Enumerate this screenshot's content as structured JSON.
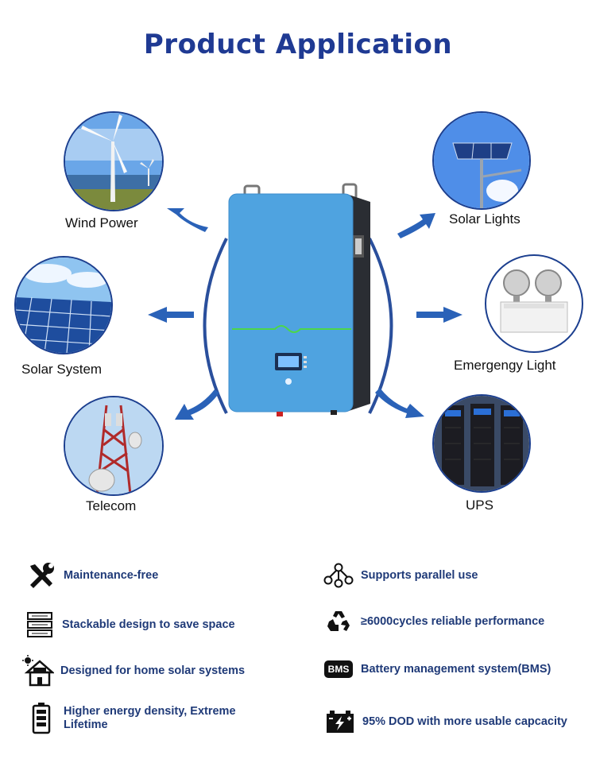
{
  "title": "Product Application",
  "applications": {
    "wind_power": "Wind Power",
    "solar_system": "Solar System",
    "telecom": "Telecom",
    "solar_lights": "Solar Lights",
    "emergency_light": "Emergengy Light",
    "ups": "UPS"
  },
  "features": {
    "maintenance": "Maintenance-free",
    "stackable": "Stackable design to save space",
    "home_solar": "Designed for home solar systems",
    "energy_density": "Higher energy density, Extreme Lifetime",
    "parallel": "Supports parallel use",
    "cycles": "≥6000cycles reliable performance",
    "bms_label": "BMS",
    "bms": "Battery management system(BMS)",
    "dod": "95% DOD with more usable capcacity"
  },
  "colors": {
    "title": "#1f3a93",
    "arrow": "#2a62b8",
    "battery_front": "#4fa3e0",
    "feature_text": "#1f3a78"
  }
}
